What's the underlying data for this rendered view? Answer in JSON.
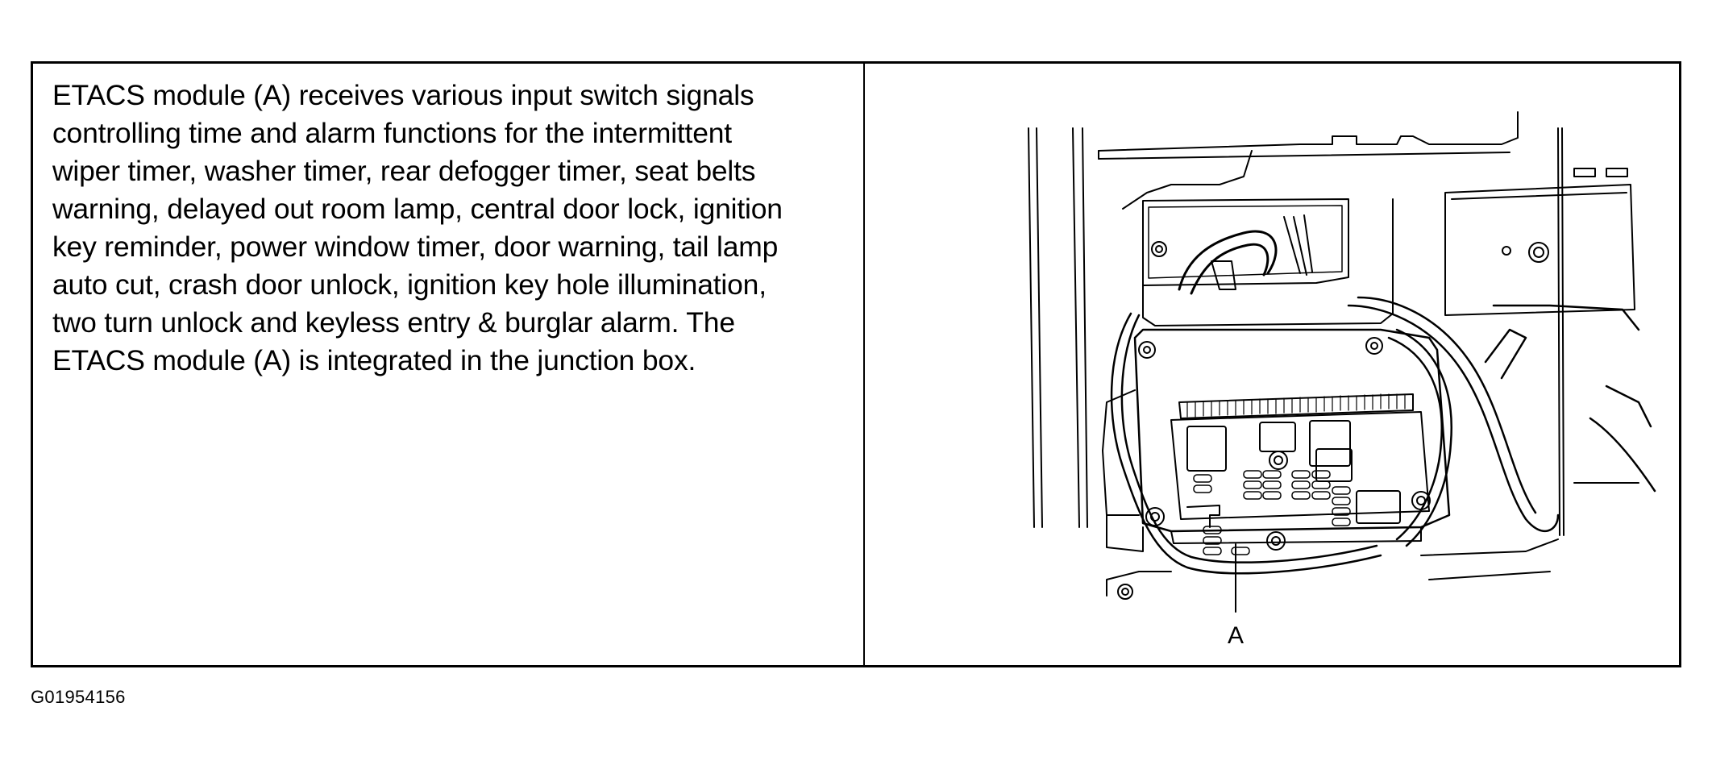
{
  "description": {
    "lines": [
      "ETACS module (A) receives various input switch signals",
      "controlling time and alarm functions for the intermittent",
      "wiper timer, washer timer, rear defogger timer, seat belts",
      "warning, delayed out room lamp, central door lock, ignition",
      "key reminder, power window timer, door warning, tail lamp",
      "auto cut, crash door unlock, ignition key hole illumination,",
      "two turn unlock and keyless entry & burglar alarm.  The",
      "ETACS module (A) is integrated in the junction box."
    ]
  },
  "figure": {
    "callout_label": "A",
    "icon": "junction-box-line-drawing"
  },
  "figure_code": "G01954156"
}
